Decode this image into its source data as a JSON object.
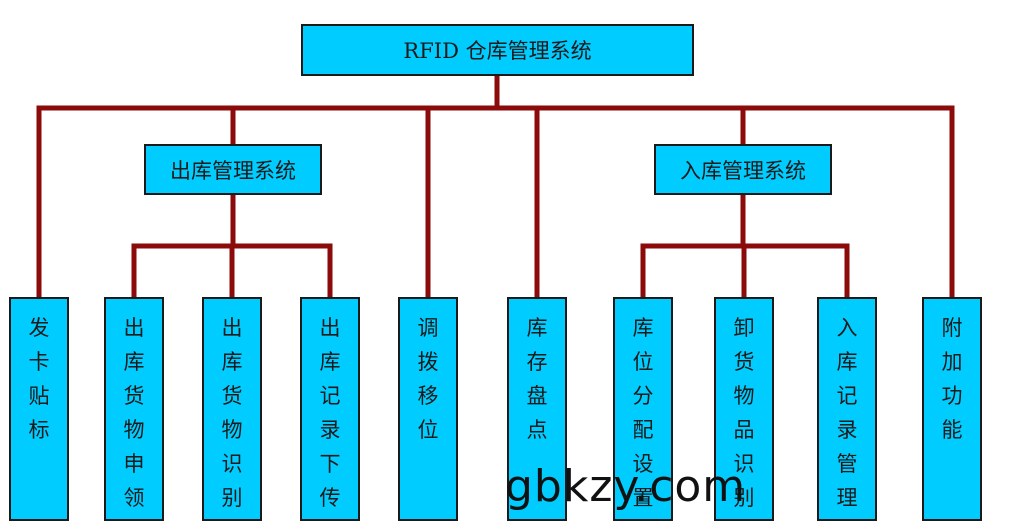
{
  "diagram": {
    "root": {
      "id": "root",
      "label": "RFID 仓库管理系统"
    },
    "groups": [
      {
        "id": "out",
        "label": "出库管理系统"
      },
      {
        "id": "in",
        "label": "入库管理系统"
      }
    ],
    "leaves": [
      {
        "id": "l0",
        "label": "发卡贴标",
        "parent": "root"
      },
      {
        "id": "l1",
        "label": "出库货物申领",
        "parent": "out"
      },
      {
        "id": "l2",
        "label": "出库货物识别",
        "parent": "out"
      },
      {
        "id": "l3",
        "label": "出库记录下传",
        "parent": "out"
      },
      {
        "id": "l4",
        "label": "调拨移位",
        "parent": "root"
      },
      {
        "id": "l5",
        "label": "库存盘点",
        "parent": "root"
      },
      {
        "id": "l6",
        "label": "库位分配设置",
        "parent": "in"
      },
      {
        "id": "l7",
        "label": "卸货物品识别",
        "parent": "in"
      },
      {
        "id": "l8",
        "label": "入库记录管理",
        "parent": "in"
      },
      {
        "id": "l9",
        "label": "附加功能",
        "parent": "root"
      }
    ],
    "colors": {
      "box_fill": "#00ccff",
      "box_border": "#1a1a1a",
      "connector": "#8b0a0a"
    }
  },
  "watermark": {
    "text": "gbkzy.com"
  }
}
